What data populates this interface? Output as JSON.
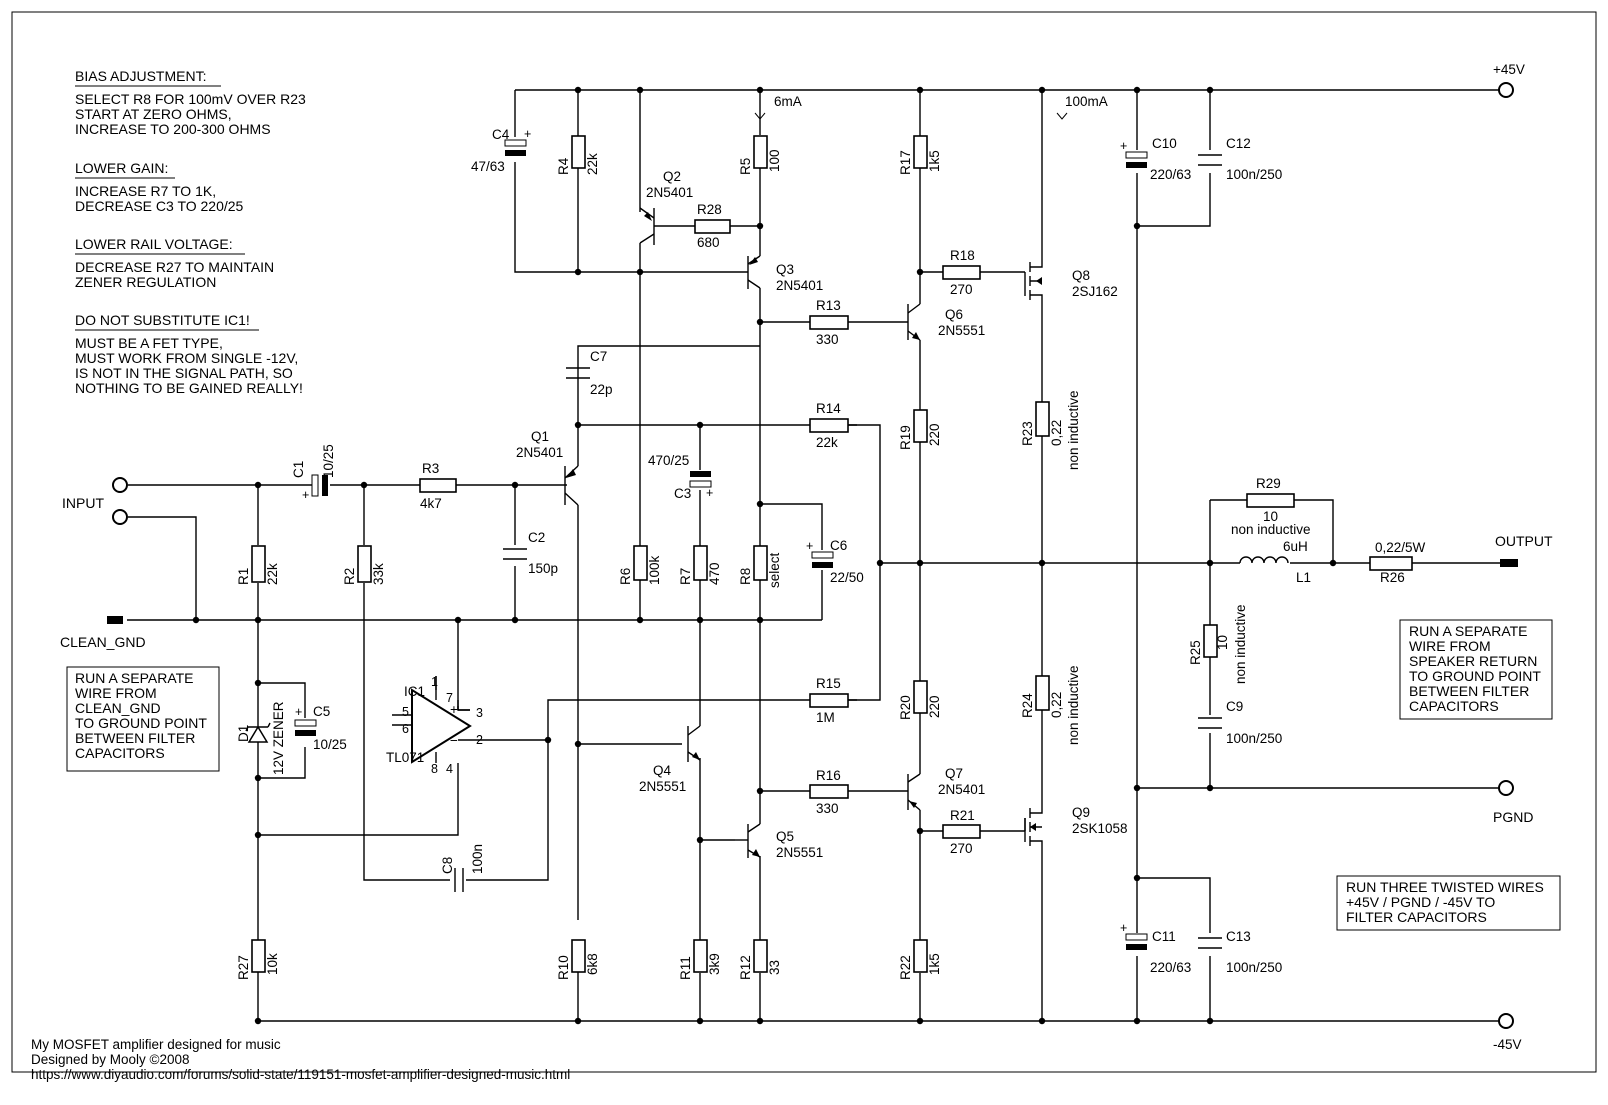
{
  "notes": {
    "bias_title": "BIAS ADJUSTMENT:",
    "bias_1": "SELECT R8 FOR 100mV OVER R23",
    "bias_2": "START AT ZERO OHMS,",
    "bias_3": "INCREASE TO 200-300 OHMS",
    "gain_title": "LOWER GAIN:",
    "gain_1": "INCREASE R7 TO 1K,",
    "gain_2": "DECREASE C3 TO 220/25",
    "rail_title": "LOWER RAIL VOLTAGE:",
    "rail_1": "DECREASE R27 TO MAINTAIN",
    "rail_2": "ZENER REGULATION",
    "ic_title": "DO NOT SUBSTITUTE IC1!",
    "ic_1": "MUST BE A FET TYPE,",
    "ic_2": "MUST WORK FROM SINGLE -12V,",
    "ic_3": "IS NOT IN THE SIGNAL PATH, SO",
    "ic_4": "NOTHING TO BE GAINED REALLY!"
  },
  "boxes": {
    "clean_gnd": [
      "RUN A SEPARATE",
      "WIRE FROM",
      "CLEAN_GND",
      "TO GROUND POINT",
      "BETWEEN FILTER",
      "CAPACITORS"
    ],
    "speaker": [
      "RUN A SEPARATE",
      "WIRE FROM",
      "SPEAKER RETURN",
      "TO GROUND POINT",
      "BETWEEN FILTER",
      "CAPACITORS"
    ],
    "twisted": [
      "RUN THREE TWISTED WIRES",
      "+45V / PGND / -45V TO",
      "FILTER CAPACITORS"
    ]
  },
  "ports": {
    "input": "INPUT",
    "clean_gnd": "CLEAN_GND",
    "output": "OUTPUT",
    "vpos": "+45V",
    "vneg": "-45V",
    "pgnd": "PGND"
  },
  "currents": {
    "i_q3": "6mA",
    "i_q8": "100mA"
  },
  "components": {
    "R1": {
      "name": "R1",
      "value": "22k"
    },
    "R2": {
      "name": "R2",
      "value": "33k"
    },
    "R3": {
      "name": "R3",
      "value": "4k7"
    },
    "R4": {
      "name": "R4",
      "value": "22k"
    },
    "R5": {
      "name": "R5",
      "value": "100"
    },
    "R6": {
      "name": "R6",
      "value": "100k"
    },
    "R7": {
      "name": "R7",
      "value": "470"
    },
    "R8": {
      "name": "R8",
      "value": "select"
    },
    "R10": {
      "name": "R10",
      "value": "6k8"
    },
    "R11": {
      "name": "R11",
      "value": "3k9"
    },
    "R12": {
      "name": "R12",
      "value": "33"
    },
    "R13": {
      "name": "R13",
      "value": "330"
    },
    "R14": {
      "name": "R14",
      "value": "22k"
    },
    "R15": {
      "name": "R15",
      "value": "1M"
    },
    "R16": {
      "name": "R16",
      "value": "330"
    },
    "R17": {
      "name": "R17",
      "value": "1k5"
    },
    "R18": {
      "name": "R18",
      "value": "270"
    },
    "R19": {
      "name": "R19",
      "value": "220"
    },
    "R20": {
      "name": "R20",
      "value": "220"
    },
    "R21": {
      "name": "R21",
      "value": "270"
    },
    "R22": {
      "name": "R22",
      "value": "1k5"
    },
    "R23": {
      "name": "R23",
      "value": "0,22",
      "note": "non inductive"
    },
    "R24": {
      "name": "R24",
      "value": "0,22",
      "note": "non inductive"
    },
    "R25": {
      "name": "R25",
      "value": "10",
      "note": "non inductive"
    },
    "R26": {
      "name": "R26",
      "value": "0,22/5W"
    },
    "R27": {
      "name": "R27",
      "value": "10k"
    },
    "R28": {
      "name": "R28",
      "value": "680"
    },
    "R29": {
      "name": "R29",
      "value": "10",
      "note": "non inductive"
    },
    "C1": {
      "name": "C1",
      "value": "10/25"
    },
    "C2": {
      "name": "C2",
      "value": "150p"
    },
    "C3": {
      "name": "C3",
      "value": "470/25"
    },
    "C4": {
      "name": "C4",
      "value": "47/63"
    },
    "C5": {
      "name": "C5",
      "value": "10/25"
    },
    "C6": {
      "name": "C6",
      "value": "22/50"
    },
    "C7": {
      "name": "C7",
      "value": "22p"
    },
    "C8": {
      "name": "C8",
      "value": "100n"
    },
    "C9": {
      "name": "C9",
      "value": "100n/250"
    },
    "C10": {
      "name": "C10",
      "value": "220/63"
    },
    "C11": {
      "name": "C11",
      "value": "220/63"
    },
    "C12": {
      "name": "C12",
      "value": "100n/250"
    },
    "C13": {
      "name": "C13",
      "value": "100n/250"
    },
    "L1": {
      "name": "L1",
      "value": "6uH"
    },
    "D1": {
      "name": "D1",
      "value": "12V ZENER"
    },
    "IC1": {
      "name": "IC1",
      "value": "TL071"
    },
    "Q1": {
      "name": "Q1",
      "value": "2N5401"
    },
    "Q2": {
      "name": "Q2",
      "value": "2N5401"
    },
    "Q3": {
      "name": "Q3",
      "value": "2N5401"
    },
    "Q4": {
      "name": "Q4",
      "value": "2N5551"
    },
    "Q5": {
      "name": "Q5",
      "value": "2N5551"
    },
    "Q6": {
      "name": "Q6",
      "value": "2N5551"
    },
    "Q7": {
      "name": "Q7",
      "value": "2N5401"
    },
    "Q8": {
      "name": "Q8",
      "value": "2SJ162"
    },
    "Q9": {
      "name": "Q9",
      "value": "2SK1058"
    }
  },
  "ic_pins": {
    "p1": "1",
    "p2": "2",
    "p3": "3",
    "p4": "4",
    "p5": "5",
    "p6": "6",
    "p7": "7",
    "p8": "8"
  },
  "footer": {
    "line1": "My MOSFET amplifier designed for music",
    "line2": "Designed by Mooly ©2008",
    "line3": "https://www.diyaudio.com/forums/solid-state/119151-mosfet-amplifier-designed-music.html"
  }
}
